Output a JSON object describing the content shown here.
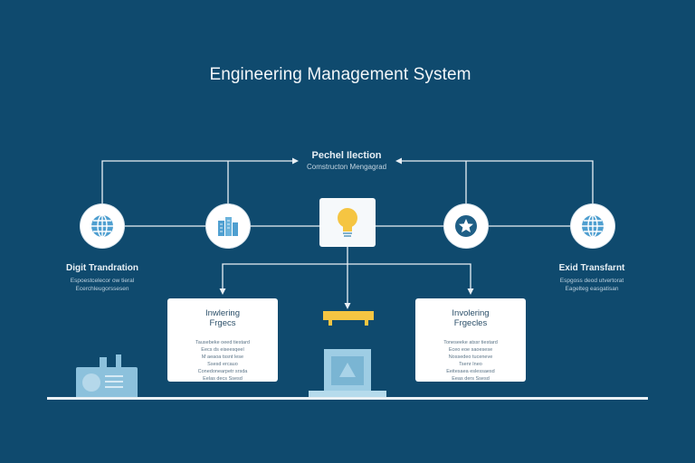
{
  "title": "Engineering Management System",
  "top_label": {
    "line1": "Pechel Ilection",
    "line2": "Comstructon Mengagrad"
  },
  "left_label": {
    "title": "Digit Trandration",
    "sub1": "Espoestcelecor ow tieral",
    "sub2": "Ecerchleugorssesen"
  },
  "right_label": {
    "title": "Exid Transfarnt",
    "sub1": "Espgoss deod utvertorat",
    "sub2": "Eagelteg easgatisan"
  },
  "card_left": {
    "title1": "Inwlering",
    "title2": "Frgecs",
    "lines": [
      "Tausebeke oeed tiestard",
      "Eecs ds eiseesqeel",
      "M aeaoa tssnt lese",
      "Ssesd ercauo",
      "Conedonearpetr srsda",
      "Eelas decs Ssesd"
    ]
  },
  "card_right": {
    "title1": "Involering",
    "title2": "Frgecles",
    "lines": [
      "Toneseeke atssr tiestard",
      "Eceo eoe saoesese",
      "Nossedeo tuceneve",
      "Tsenr Ineo",
      "Eeitesaea eslessaesd",
      "Eeas ders Ssesd"
    ]
  },
  "icons": [
    "globe-icon",
    "buildings-icon",
    "lightbulb-icon",
    "star-badge-icon",
    "globe-icon"
  ],
  "colors": {
    "background": "#0f4a6e",
    "icon_blue": "#4f9fd0",
    "accent_yellow": "#f5c542"
  }
}
